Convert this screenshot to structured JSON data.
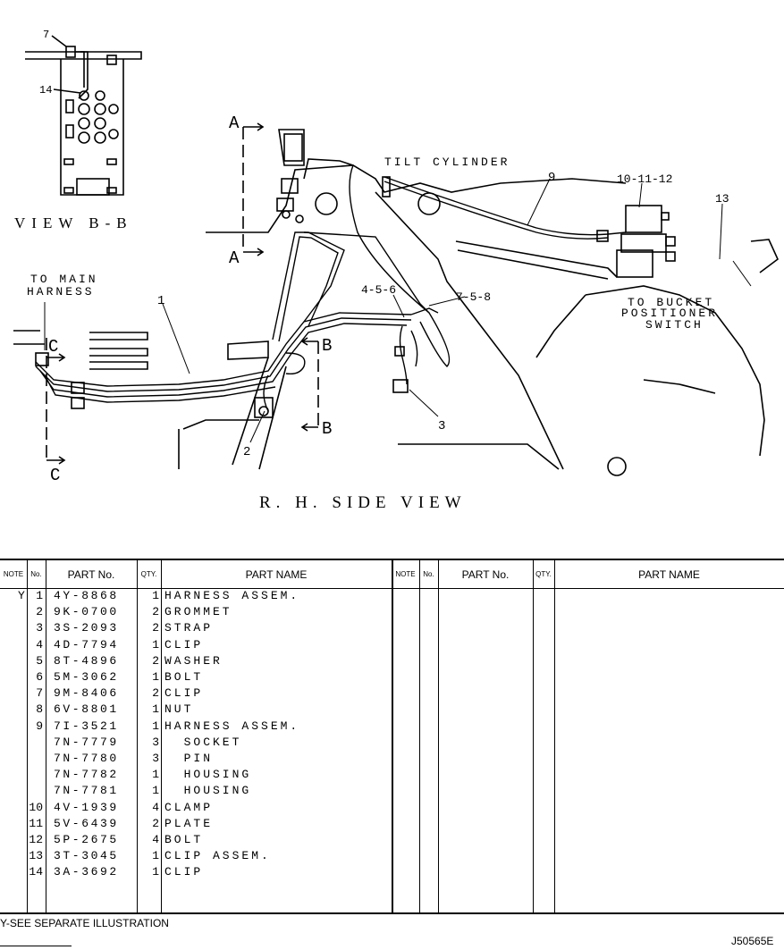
{
  "drawing": {
    "title": "R. H.   SIDE   VIEW",
    "view_label": "VIEW  B-B",
    "callouts": {
      "c7": "7",
      "c14": "14",
      "c1": "1",
      "c2": "2",
      "c3": "3",
      "c9": "9",
      "c13": "13",
      "c10_11_12": "10-11-12",
      "c4_5_6": "4-5-6",
      "c7_5_8": "7-5-8"
    },
    "section_marks": {
      "a_top": "A",
      "a_bottom": "A",
      "b_top": "B",
      "b_bottom": "B",
      "c_top": "C",
      "c_bottom": "C"
    },
    "labels": {
      "tilt_cylinder": "TILT CYLINDER",
      "to_main_1": "TO MAIN",
      "to_main_2": "HARNESS",
      "to_bucket_1": "TO BUCKET",
      "to_bucket_2": "POSITIONER",
      "to_bucket_3": "SWITCH"
    }
  },
  "table": {
    "headers": {
      "note": "NOTE",
      "no": "No.",
      "part_no": "PART No.",
      "qty": "QTY.",
      "part_name": "PART NAME"
    },
    "rows": [
      {
        "note": "Y",
        "no": "1",
        "part": "4Y-8868",
        "qty": "1",
        "name": "HARNESS ASSEM."
      },
      {
        "note": "",
        "no": "2",
        "part": "9K-0700",
        "qty": "2",
        "name": "GROMMET"
      },
      {
        "note": "",
        "no": "3",
        "part": "3S-2093",
        "qty": "2",
        "name": "STRAP"
      },
      {
        "note": "",
        "no": "4",
        "part": "4D-7794",
        "qty": "1",
        "name": "CLIP"
      },
      {
        "note": "",
        "no": "5",
        "part": "8T-4896",
        "qty": "2",
        "name": "WASHER"
      },
      {
        "note": "",
        "no": "6",
        "part": "5M-3062",
        "qty": "1",
        "name": "BOLT"
      },
      {
        "note": "",
        "no": "7",
        "part": "9M-8406",
        "qty": "2",
        "name": "CLIP"
      },
      {
        "note": "",
        "no": "8",
        "part": "6V-8801",
        "qty": "1",
        "name": "NUT"
      },
      {
        "note": "",
        "no": "9",
        "part": "7I-3521",
        "qty": "1",
        "name": "HARNESS ASSEM."
      },
      {
        "note": "",
        "no": "",
        "part": "7N-7779",
        "qty": "3",
        "name": "  SOCKET"
      },
      {
        "note": "",
        "no": "",
        "part": "7N-7780",
        "qty": "3",
        "name": "  PIN"
      },
      {
        "note": "",
        "no": "",
        "part": "7N-7782",
        "qty": "1",
        "name": "  HOUSING"
      },
      {
        "note": "",
        "no": "",
        "part": "7N-7781",
        "qty": "1",
        "name": "  HOUSING"
      },
      {
        "note": "",
        "no": "10",
        "part": "4V-1939",
        "qty": "4",
        "name": "CLAMP"
      },
      {
        "note": "",
        "no": "11",
        "part": "5V-6439",
        "qty": "2",
        "name": "PLATE"
      },
      {
        "note": "",
        "no": "12",
        "part": "5P-2675",
        "qty": "4",
        "name": "BOLT"
      },
      {
        "note": "",
        "no": "13",
        "part": "3T-3045",
        "qty": "1",
        "name": "CLIP ASSEM."
      },
      {
        "note": "",
        "no": "14",
        "part": "3A-3692",
        "qty": "1",
        "name": "CLIP"
      }
    ]
  },
  "footer": {
    "note": "Y-SEE SEPARATE ILLUSTRATION",
    "code": "J50565E"
  }
}
